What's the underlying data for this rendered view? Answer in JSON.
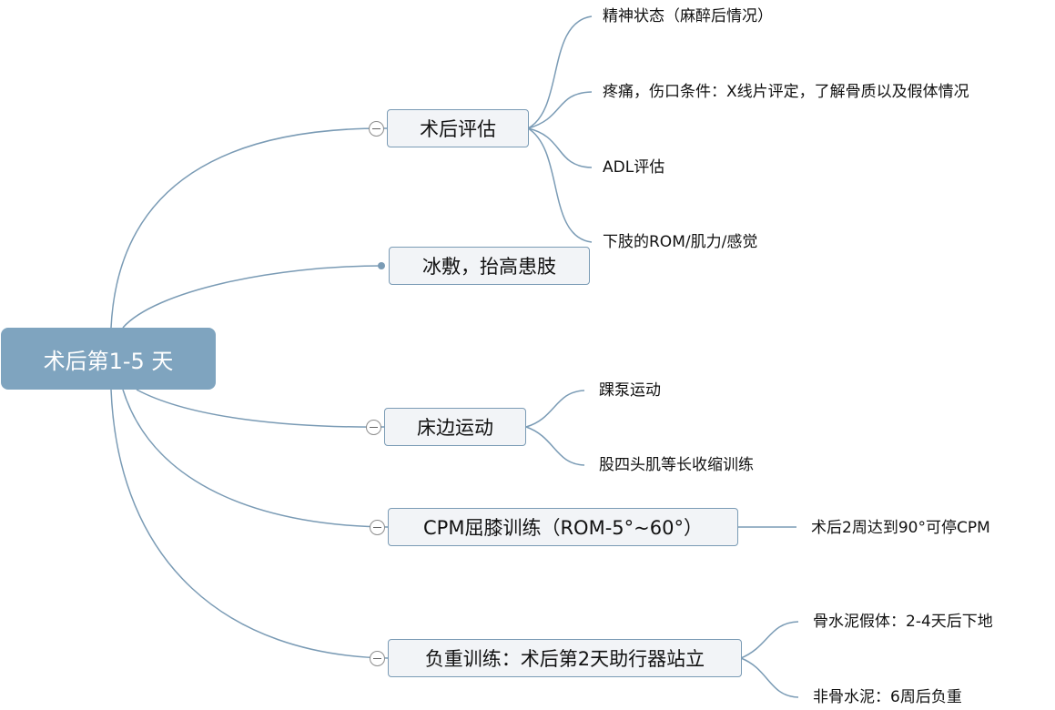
{
  "root": {
    "label": "术后第1-5 天"
  },
  "topics": [
    {
      "label": "术后评估",
      "children": [
        "精神状态（麻醉后情况）",
        "疼痛，伤口条件：X线片评定，了解骨质以及假体情况",
        "ADL评估",
        "下肢的ROM/肌力/感觉"
      ]
    },
    {
      "label": "冰敷，抬高患肢",
      "children": []
    },
    {
      "label": "床边运动",
      "children": [
        "踝泵运动",
        "股四头肌等长收缩训练"
      ]
    },
    {
      "label": "CPM屈膝训练（ROM-5°~60°）",
      "children": [
        "术后2周达到90°可停CPM"
      ]
    },
    {
      "label": "负重训练：术后第2天助行器站立",
      "children": [
        "骨水泥假体：2-4天后下地",
        "非骨水泥：6周后负重"
      ]
    }
  ],
  "colors": {
    "line": "#7a9bb5",
    "root_fill": "#7fa4bf",
    "topic_fill": "#f2f4f7"
  }
}
